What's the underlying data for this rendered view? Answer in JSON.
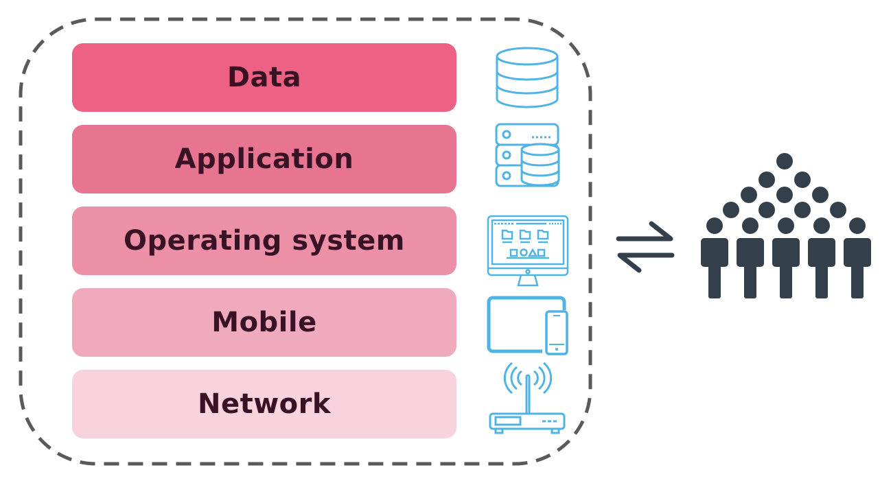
{
  "diagram": {
    "title": "",
    "layers": [
      {
        "label": "Data",
        "color": "#ec6184",
        "icon": "database-icon"
      },
      {
        "label": "Application",
        "color": "#e77592",
        "icon": "server-database-icon"
      },
      {
        "label": "Operating system",
        "color": "#ec90a8",
        "icon": "desktop-monitor-icon"
      },
      {
        "label": "Mobile",
        "color": "#efabbd",
        "icon": "tablet-phone-icon"
      },
      {
        "label": "Network",
        "color": "#f7d3dd",
        "icon": "wifi-router-icon"
      }
    ],
    "boundary_style": "dashed",
    "connector": {
      "type": "bidirectional-arrows",
      "icon": "exchange-arrows-icon"
    },
    "audience": {
      "icon": "crowd-of-people-icon",
      "count_rows": 5
    },
    "colors": {
      "icon_blue": "#4fb3e3",
      "dark": "#333f4b",
      "dash": "#5a5a5a",
      "label_text": "#3a1226"
    }
  }
}
